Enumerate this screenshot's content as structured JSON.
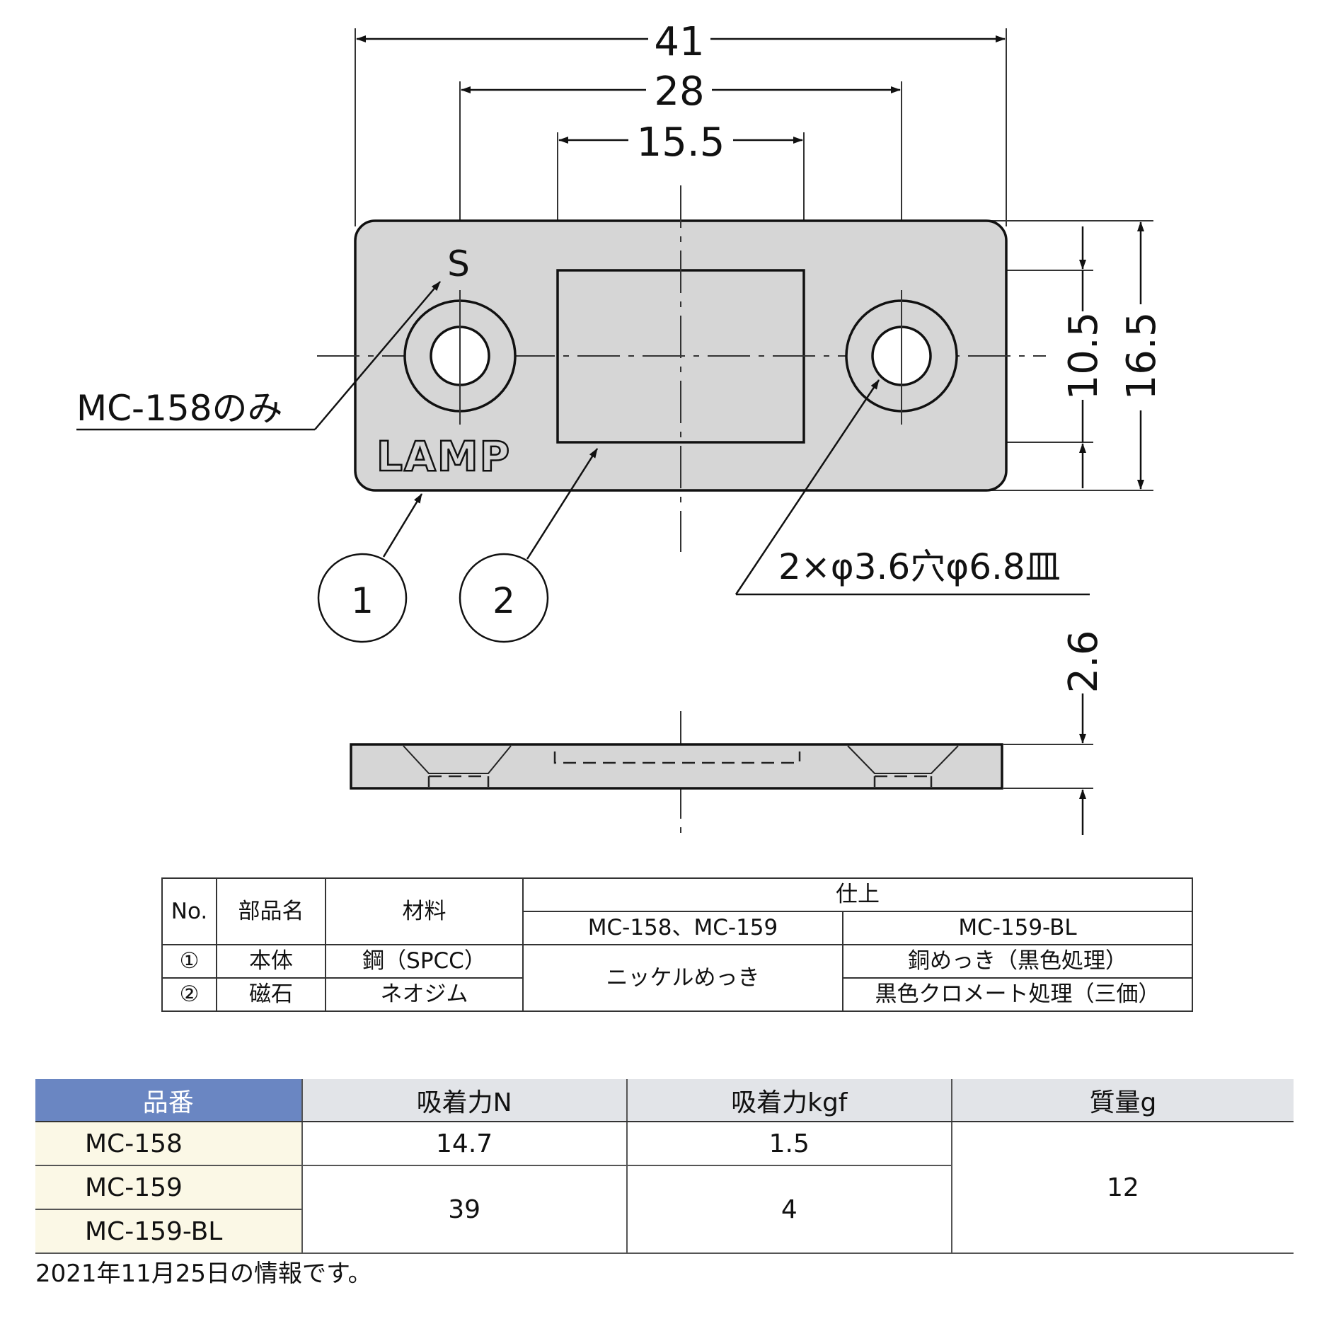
{
  "drawing": {
    "dimensions": {
      "overall_width": "41",
      "hole_pitch": "28",
      "magnet_width": "15.5",
      "magnet_height": "10.5",
      "overall_height": "16.5",
      "thickness": "2.6"
    },
    "pole_mark": "S",
    "logo_text": "LAMP",
    "note_mc158": "MC-158のみ",
    "hole_note": "2×φ3.6穴φ6.8皿",
    "callouts": [
      "1",
      "2"
    ]
  },
  "parts_table": {
    "headers": {
      "no": "No.",
      "part_name": "部品名",
      "material": "材料",
      "finish": "仕上",
      "finish_col1": "MC-158、MC-159",
      "finish_col2": "MC-159-BL"
    },
    "rows": [
      {
        "no": "①",
        "part_name": "本体",
        "material": "鋼（SPCC）",
        "finish_a": "ニッケルめっき",
        "finish_b": "銅めっき（黒色処理）"
      },
      {
        "no": "②",
        "part_name": "磁石",
        "material": "ネオジム",
        "finish_b": "黒色クロメート処理（三価）"
      }
    ]
  },
  "spec_table": {
    "headers": [
      "品番",
      "吸着力N",
      "吸着力kgf",
      "質量g"
    ],
    "rows": [
      {
        "part_no": "MC-158",
        "force_n": "14.7",
        "force_kgf": "1.5"
      },
      {
        "part_no": "MC-159",
        "force_n": "39",
        "force_kgf": "4"
      },
      {
        "part_no": "MC-159-BL"
      }
    ],
    "mass_g": "12"
  },
  "footnote": "2021年11月25日の情報です。"
}
